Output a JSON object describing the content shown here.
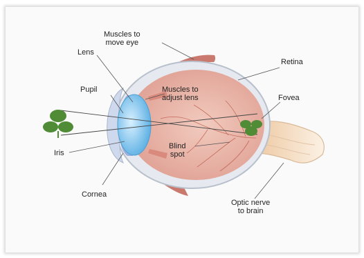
{
  "labels": {
    "muscles_move_eye_1": "Muscles to",
    "muscles_move_eye_2": "move eye",
    "retina": "Retina",
    "lens": "Lens",
    "pupil": "Pupil",
    "muscles_adjust_1": "Muscles to",
    "muscles_adjust_2": "adjust lens",
    "fovea": "Fovea",
    "iris": "Iris",
    "blind_spot_1": "Blind",
    "blind_spot_2": "spot",
    "cornea": "Cornea",
    "optic_nerve_1": "Optic nerve",
    "optic_nerve_2": "to brain"
  },
  "colors": {
    "sclera_outline": "#b8c0cc",
    "eye_interior": "#e9b7ad",
    "muscle": "#c9796e",
    "lens": "#7fc4ec",
    "iris": "#b7c6e6",
    "leaf": "#4f8c35",
    "nerve": "#f3dcc0",
    "vessel": "#b8523f"
  }
}
